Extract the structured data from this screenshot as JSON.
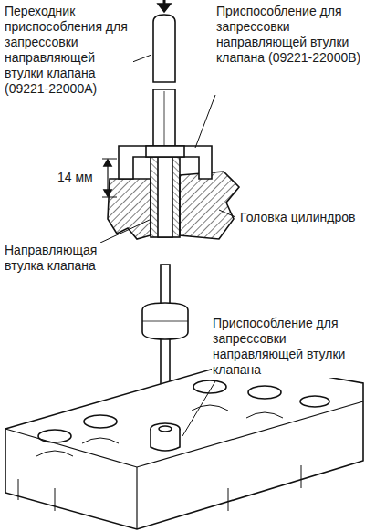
{
  "diagram": {
    "labels": [
      "Переходник приспособления для запрессовки направляющей втулки клапана (09221-22000A)",
      "Приспособление для запрессовки направляющей втулки клапана (09221-22000B)",
      "14 мм",
      "Головка цилиндров",
      "Направляющая втулка клапана",
      "Приспособление для запрессовки направляющей втулки клапана"
    ]
  }
}
